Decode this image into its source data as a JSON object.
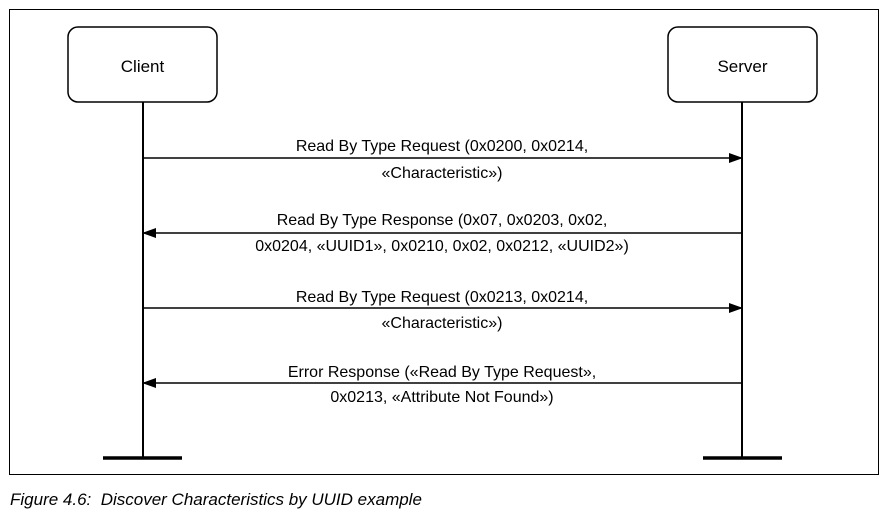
{
  "diagram": {
    "actors": {
      "client": "Client",
      "server": "Server"
    },
    "messages": [
      {
        "direction": "client-to-server",
        "line1": "Read By Type Request (0x0200, 0x0214,",
        "line2": "«Characteristic»)"
      },
      {
        "direction": "server-to-client",
        "line1": "Read By Type Response (0x07, 0x0203, 0x02,",
        "line2": "0x0204, «UUID1», 0x0210, 0x02, 0x0212, «UUID2»)"
      },
      {
        "direction": "client-to-server",
        "line1": "Read By Type Request (0x0213, 0x0214,",
        "line2": "«Characteristic»)"
      },
      {
        "direction": "server-to-client",
        "line1": "Error Response («Read By Type Request»,",
        "line2": "0x0213, «Attribute Not Found»)"
      }
    ]
  },
  "caption": "Figure 4.6:  Discover Characteristics by UUID example"
}
